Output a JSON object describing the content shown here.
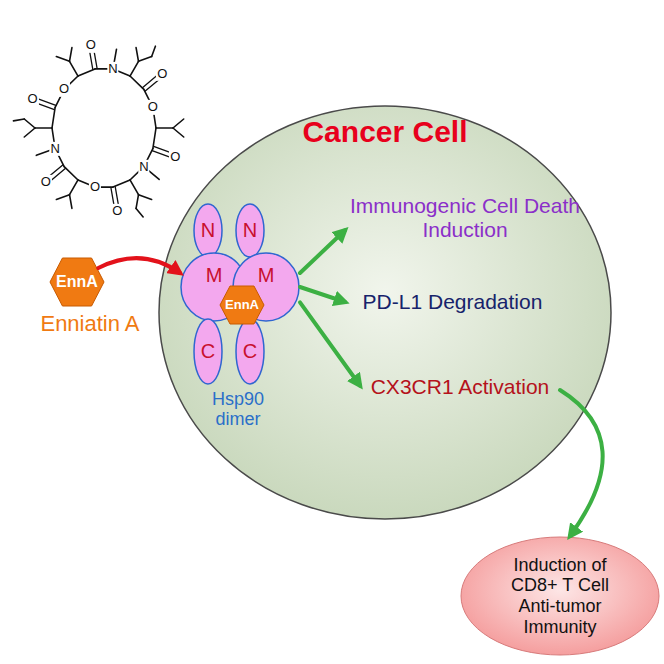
{
  "diagram": {
    "nodes": [
      {
        "text": [
          "Cancer Cell"
        ]
      },
      {
        "text": [
          "EnnA"
        ]
      },
      {
        "text": [
          "N"
        ],
        "in": 0
      },
      {
        "text": [
          "N"
        ],
        "in": 0
      },
      {
        "text": [
          "M"
        ],
        "in": 0
      },
      {
        "text": [
          "M"
        ],
        "in": 0
      },
      {
        "text": [
          "C"
        ],
        "in": 0
      },
      {
        "text": [
          "C"
        ],
        "in": 0
      },
      {
        "text": [
          "EnnA"
        ],
        "in": 0
      },
      {
        "text": [
          "Immunogenic Cell Death Induction"
        ],
        "in": 0
      },
      {
        "text": [
          "PD-L1 Degradation"
        ],
        "in": 0
      },
      {
        "text": [
          "CX3CR1 Activation"
        ],
        "in": 0
      },
      {
        "text": [
          "Induction of CD8+ T Cell Anti-tumor Immunity"
        ]
      }
    ],
    "edges": [
      {
        "from": 1,
        "to": 4,
        "arrow": "to"
      },
      {
        "from": 5,
        "to": 9,
        "arrow": "to"
      },
      {
        "from": 5,
        "to": 10,
        "arrow": "to"
      },
      {
        "from": 5,
        "to": 11,
        "arrow": "to"
      },
      {
        "from": 11,
        "to": 12,
        "arrow": "to"
      }
    ],
    "labels": [
      "Enniatin A",
      "Hsp90 dimer",
      "N",
      "O",
      "O",
      "O",
      "N",
      "O",
      "O",
      "O",
      "N",
      "O",
      "O",
      "O"
    ]
  }
}
